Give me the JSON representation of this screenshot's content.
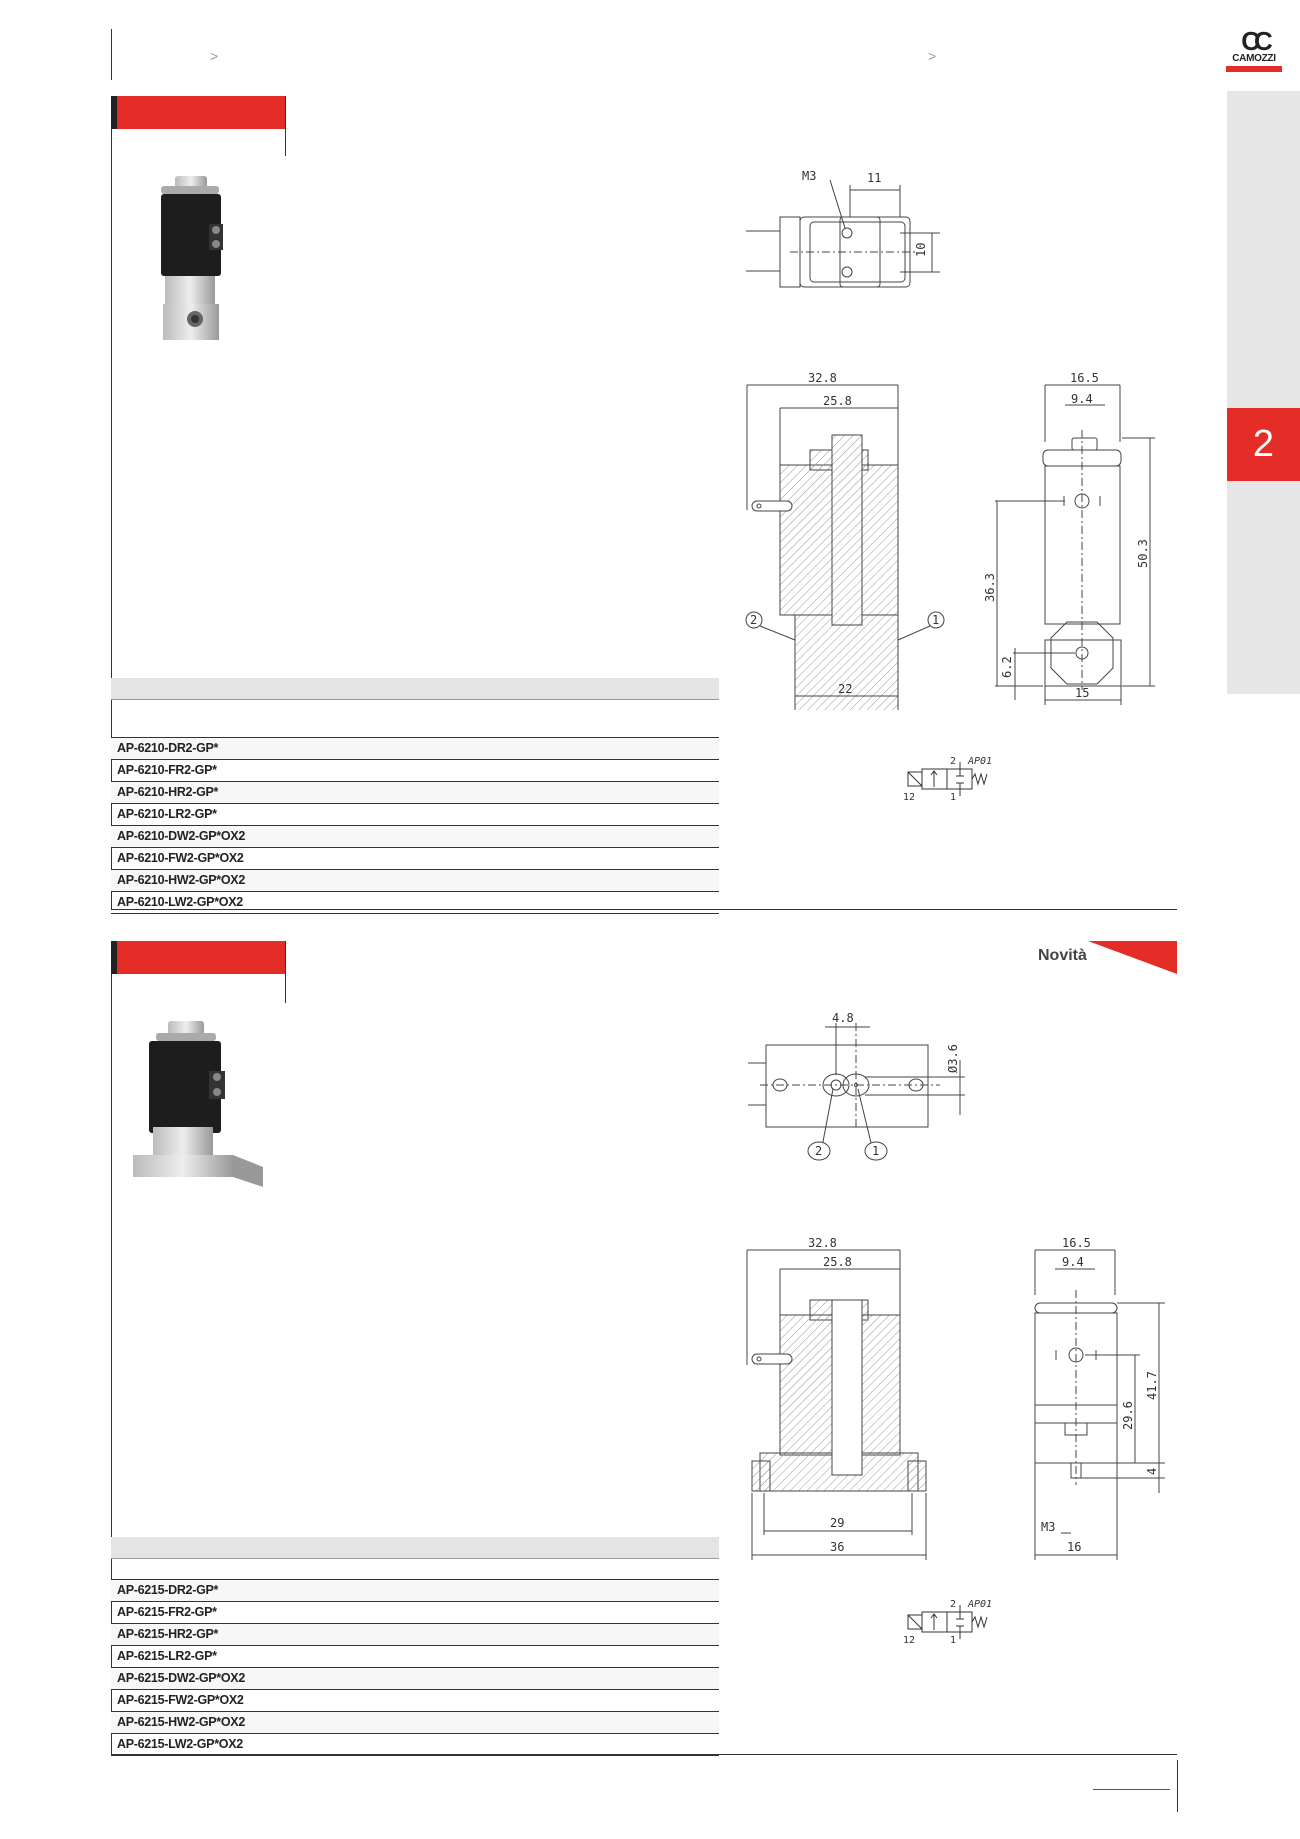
{
  "header": {
    "breadcrumb_sep_1": ">",
    "breadcrumb_sep_2": ">",
    "logo_text": "CAMOZZI"
  },
  "side_tab": {
    "number": "2"
  },
  "colors": {
    "accent": "#e52d27",
    "tab_gray": "#e6e6e6"
  },
  "section1": {
    "codes": [
      "AP-6210-DR2-GP*",
      "AP-6210-FR2-GP*",
      "AP-6210-HR2-GP*",
      "AP-6210-LR2-GP*",
      "AP-6210-DW2-GP*OX2",
      "AP-6210-FW2-GP*OX2",
      "AP-6210-HW2-GP*OX2",
      "AP-6210-LW2-GP*OX2"
    ],
    "top_view": {
      "thread": "M3",
      "dim_11": "11",
      "dim_10": "10"
    },
    "section_view": {
      "dim_328": "32.8",
      "dim_258": "25.8",
      "dim_22": "22",
      "port_2": "2",
      "port_1": "1"
    },
    "side_view": {
      "dim_165": "16.5",
      "dim_94": "9.4",
      "dim_503": "50.3",
      "dim_363": "36.3",
      "dim_62": "6.2",
      "dim_15": "15"
    },
    "symbol": {
      "code": "AP01",
      "port_2": "2",
      "port_1": "1",
      "port_12": "12"
    }
  },
  "section2": {
    "badge": "Novità",
    "codes": [
      "AP-6215-DR2-GP*",
      "AP-6215-FR2-GP*",
      "AP-6215-HR2-GP*",
      "AP-6215-LR2-GP*",
      "AP-6215-DW2-GP*OX2",
      "AP-6215-FW2-GP*OX2",
      "AP-6215-HW2-GP*OX2",
      "AP-6215-LW2-GP*OX2"
    ],
    "top_view": {
      "dim_48": "4.8",
      "dim_d36": "Ø3.6",
      "port_2": "2",
      "port_1": "1"
    },
    "section_view": {
      "dim_328": "32.8",
      "dim_258": "25.8",
      "dim_29": "29",
      "dim_36": "36"
    },
    "side_view": {
      "dim_165": "16.5",
      "dim_94": "9.4",
      "dim_417": "41.7",
      "dim_296": "29.6",
      "dim_4": "4",
      "thread": "M3",
      "dim_16": "16"
    },
    "symbol": {
      "code": "AP01",
      "port_2": "2",
      "port_1": "1",
      "port_12": "12"
    }
  }
}
